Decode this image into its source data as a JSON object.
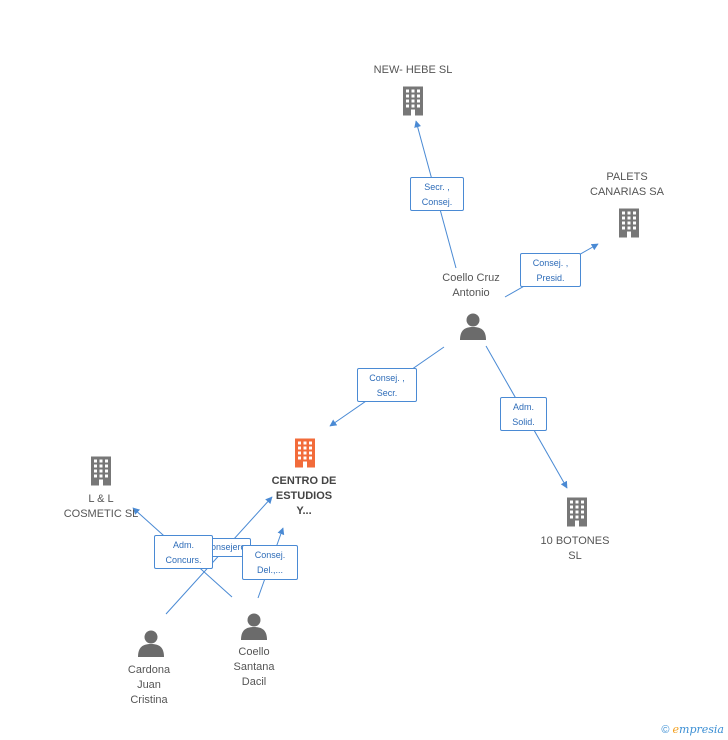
{
  "colors": {
    "edge": "#4a8ad4",
    "company": "#777777",
    "main": "#f26b3a",
    "person": "#6b6b6b"
  },
  "nodes": {
    "newhebe": {
      "lines": [
        "NEW- HEBE SL"
      ],
      "icon": "building-icon"
    },
    "palets": {
      "lines": [
        "PALETS",
        "CANARIAS SA"
      ],
      "icon": "building-icon"
    },
    "coello_cruz": {
      "lines": [
        "Coello Cruz",
        "Antonio"
      ],
      "icon": "person-icon"
    },
    "centro": {
      "lines": [
        "CENTRO DE",
        "ESTUDIOS",
        "Y..."
      ],
      "icon": "building-icon"
    },
    "ll": {
      "lines": [
        "L & L",
        "COSMETIC SL"
      ],
      "icon": "building-icon"
    },
    "botones": {
      "lines": [
        "10 BOTONES",
        "SL"
      ],
      "icon": "building-icon"
    },
    "cardona": {
      "lines": [
        "Cardona",
        "Juan",
        "Cristina"
      ],
      "icon": "person-icon"
    },
    "coello_santana": {
      "lines": [
        "Coello",
        "Santana",
        "Dacil"
      ],
      "icon": "person-icon"
    }
  },
  "edges": {
    "e1": [
      "Secr. ,",
      "Consej."
    ],
    "e2": [
      "Consej. ,",
      "Presid."
    ],
    "e3": [
      "Consej. ,",
      "Secr."
    ],
    "e4": [
      "Adm.",
      "Solid."
    ],
    "e5": [
      "Adm.",
      "Concurs."
    ],
    "e6": [
      "Consejero"
    ],
    "e7": [
      "Consej.",
      "Del.,..."
    ]
  },
  "footer": {
    "copyright": "©",
    "brand_first": "e",
    "brand_rest": "mpresia"
  }
}
